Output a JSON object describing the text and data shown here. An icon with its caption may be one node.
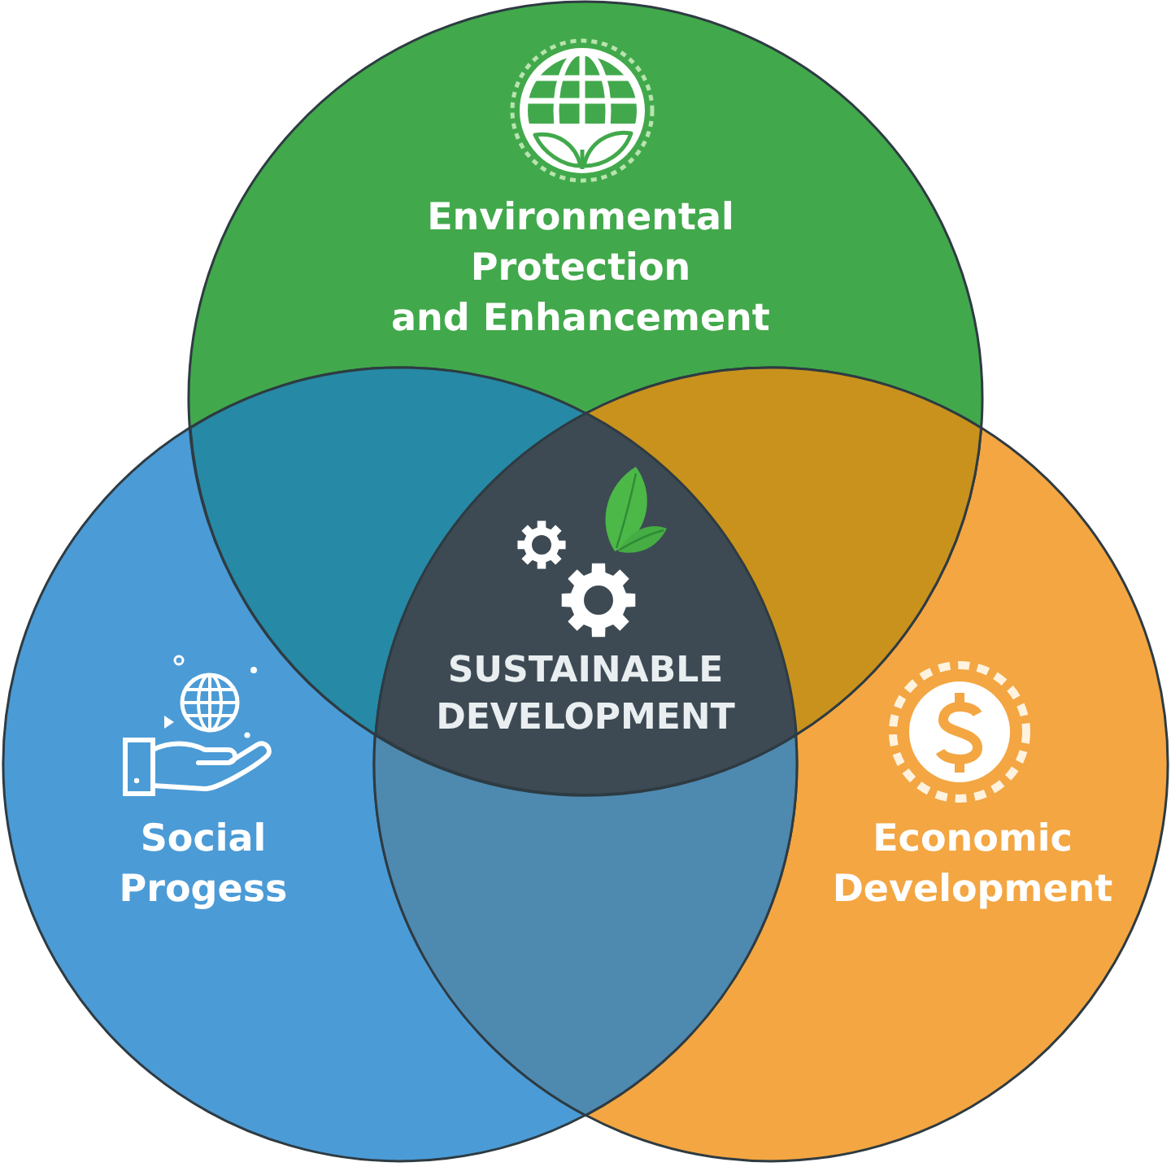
{
  "diagram": {
    "nodes": [
      {
        "text": [
          "Environmental Protection and Enhancement"
        ]
      },
      {
        "text": [],
        "shape": "lens"
      },
      {
        "text": [],
        "shape": "lens"
      },
      {
        "text": [
          "SUSTAINABLE DEVELOPMENT"
        ]
      },
      {
        "text": [
          "Social Progess"
        ]
      },
      {
        "text": [
          "Economic Development"
        ]
      },
      {
        "text": [],
        "shape": "lens"
      }
    ]
  }
}
